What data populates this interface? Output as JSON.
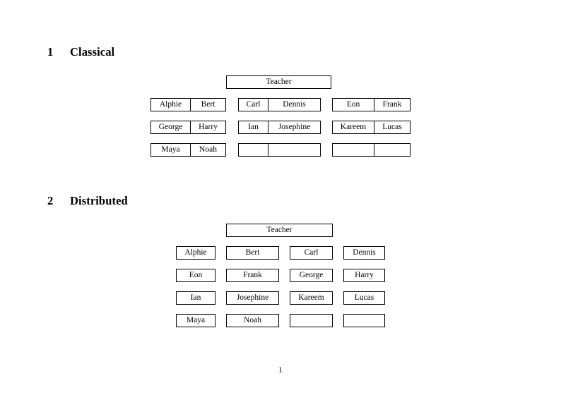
{
  "document": {
    "page_number": "1"
  },
  "sections": [
    {
      "number": "1",
      "title": "Classical",
      "teacher_label": "Teacher",
      "layout": "grouped-pairs",
      "groups": [
        {
          "rows": [
            [
              "Alphie",
              "Bert"
            ],
            [
              "George",
              "Harry"
            ],
            [
              "Maya",
              "Noah"
            ]
          ]
        },
        {
          "rows": [
            [
              "Carl",
              "Dennis"
            ],
            [
              "Ian",
              "Josephine"
            ],
            [
              "",
              ""
            ]
          ]
        },
        {
          "rows": [
            [
              "Eon",
              "Frank"
            ],
            [
              "Kareem",
              "Lucas"
            ],
            [
              "",
              ""
            ]
          ]
        }
      ]
    },
    {
      "number": "2",
      "title": "Distributed",
      "teacher_label": "Teacher",
      "layout": "separate-boxes",
      "rows": [
        [
          "Alphie",
          "Bert",
          "Carl",
          "Dennis"
        ],
        [
          "Eon",
          "Frank",
          "George",
          "Harry"
        ],
        [
          "Ian",
          "Josephine",
          "Kareem",
          "Lucas"
        ],
        [
          "Maya",
          "Noah",
          "",
          ""
        ]
      ]
    }
  ]
}
